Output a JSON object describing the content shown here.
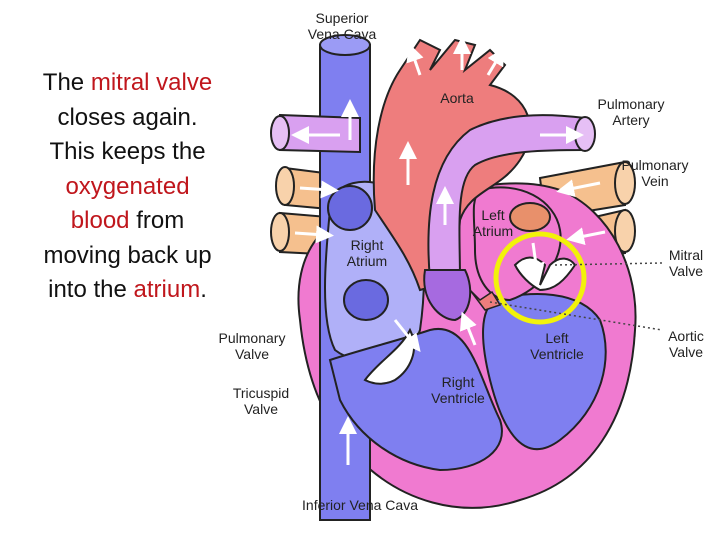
{
  "caption": {
    "segments": [
      {
        "text": "The ",
        "highlight": false
      },
      {
        "text": "mitral valve",
        "highlight": true
      },
      {
        "text": " closes again.  This keeps the ",
        "highlight": false
      },
      {
        "text": "oxygenated blood",
        "highlight": true
      },
      {
        "text": " from moving back up into the ",
        "highlight": false
      },
      {
        "text": "atrium",
        "highlight": true
      },
      {
        "text": ".",
        "highlight": false
      }
    ]
  },
  "labels": {
    "superior_vena_cava": [
      "Superior",
      "Vena Cava"
    ],
    "aorta": [
      "Aorta"
    ],
    "pulmonary_artery": [
      "Pulmonary",
      "Artery"
    ],
    "pulmonary_vein": [
      "Pulmonary",
      "Vein"
    ],
    "left_atrium": [
      "Left",
      "Atrium"
    ],
    "right_atrium": [
      "Right",
      "Atrium"
    ],
    "mitral_valve": [
      "Mitral",
      "Valve"
    ],
    "aortic_valve": [
      "Aortic",
      "Valve"
    ],
    "left_ventricle": [
      "Left",
      "Ventricle"
    ],
    "pulmonary_valve": [
      "Pulmonary",
      "Valve"
    ],
    "right_ventricle": [
      "Right",
      "Ventricle"
    ],
    "tricuspid_valve": [
      "Tricuspid",
      "Valve"
    ],
    "inferior_vena_cava": [
      "Inferior Vena Cava"
    ]
  },
  "colors": {
    "highlight_text": "#c0161c",
    "highlight_circle": "#f2f20a",
    "deoxygenated": "#7f7ff0",
    "oxygenated": "#ee7d7d",
    "pulmonary_artery": "#d9a0f0",
    "pulmonary_vein": "#f5c08e",
    "heart_wall": "#f07ad0"
  }
}
